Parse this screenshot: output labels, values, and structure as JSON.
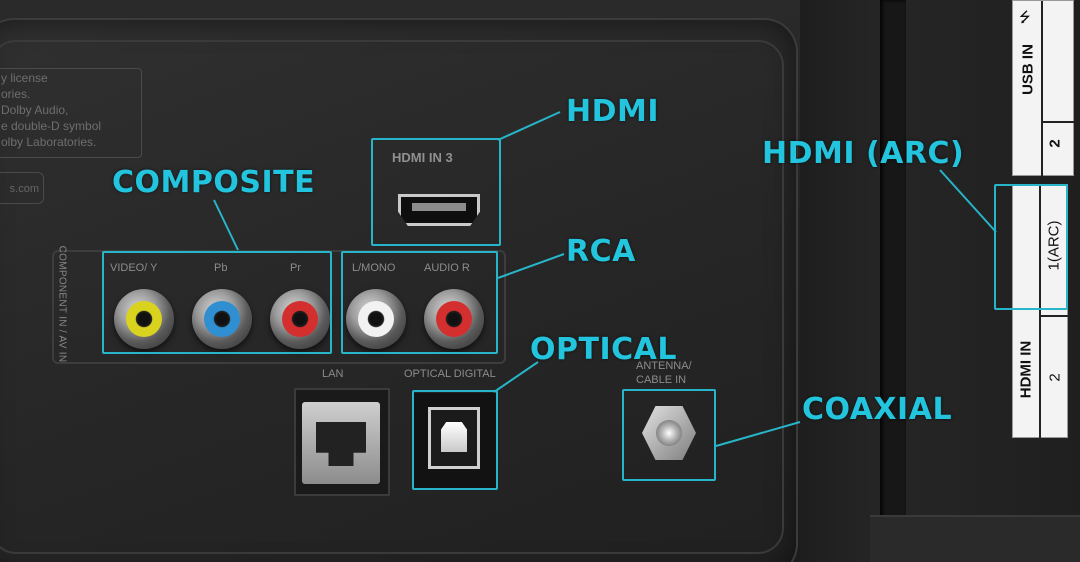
{
  "callouts": {
    "hdmi": "HDMI",
    "hdmi_arc": "HDMI (ARC)",
    "composite": "COMPOSITE",
    "rca": "RCA",
    "optical": "OPTICAL",
    "coaxial": "COAXIAL"
  },
  "panel_text": {
    "license_lines": [
      "y license",
      "ories.",
      "Dolby Audio,",
      "e double-D symbol",
      "olby Laboratories."
    ],
    "website": "s.com",
    "component_label": "COMPONENT IN / AV IN",
    "video_y": "VIDEO/ Y",
    "pb": "Pb",
    "pr": "Pr",
    "l_mono": "L/MONO",
    "audio_r": "AUDIO R",
    "hdmi_in_3": "HDMI IN 3",
    "lan": "LAN",
    "optical_label": "OPTICAL DIGITAL",
    "antenna_label": "ANTENNA/",
    "cable_in": "CABLE IN",
    "usb_in": "USB IN",
    "usb_num": "2",
    "hdmi_in": "HDMI IN",
    "arc_num": "1(ARC)",
    "hdmi2_num": "2"
  },
  "colors": {
    "callout": "#22c4de",
    "video_ring": "#d9d31f",
    "pb_ring": "#2f8fd0",
    "pr_ring": "#d32f2f",
    "audio_l_ring": "#f2f2f2",
    "audio_r_ring": "#d32f2f"
  }
}
